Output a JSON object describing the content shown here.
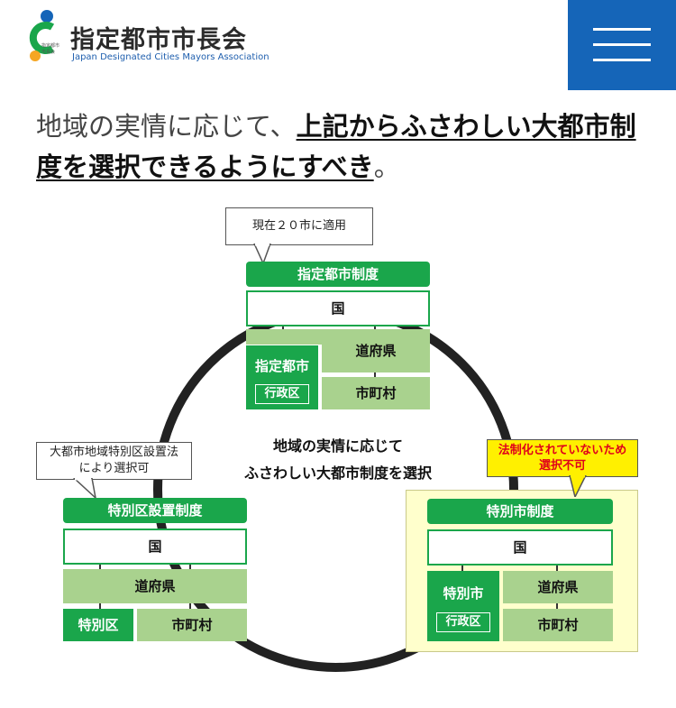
{
  "header": {
    "org_name": "指定都市市長会",
    "org_name_en": "Japan Designated Cities Mayors Association",
    "logo_mini_text": "指定都市市長会",
    "menu_icon": "hamburger-menu-icon",
    "brand_color": "#1565b8"
  },
  "headline": {
    "lead": "地域の実情に応じて、",
    "emphasis": "上記からふさわしい大都市制度を選択できるようにすべき",
    "tail": "。"
  },
  "diagram": {
    "center_line1": "地域の実情に応じて",
    "center_line2": "ふさわしい大都市制度を選択",
    "top": {
      "callout": "現在２０市に適用",
      "title": "指定都市制度",
      "kuni": "国",
      "prefecture": "道府県",
      "city": "指定都市",
      "ward": "行政区",
      "municipality": "市町村"
    },
    "left": {
      "callout_line1": "大都市地域特別区設置法",
      "callout_line2": "により選択可",
      "title": "特別区設置制度",
      "kuni": "国",
      "prefecture": "道府県",
      "special_ward": "特別区",
      "municipality": "市町村"
    },
    "right": {
      "callout_line1": "法制化されていないため",
      "callout_line2": "選択不可",
      "title": "特別市制度",
      "kuni": "国",
      "city": "特別市",
      "ward": "行政区",
      "prefecture": "道府県",
      "municipality": "市町村"
    },
    "colors": {
      "green": "#1aa64b",
      "light_green": "#a9d28e",
      "yellow": "#fff000",
      "alert_red": "#e0001a"
    }
  }
}
